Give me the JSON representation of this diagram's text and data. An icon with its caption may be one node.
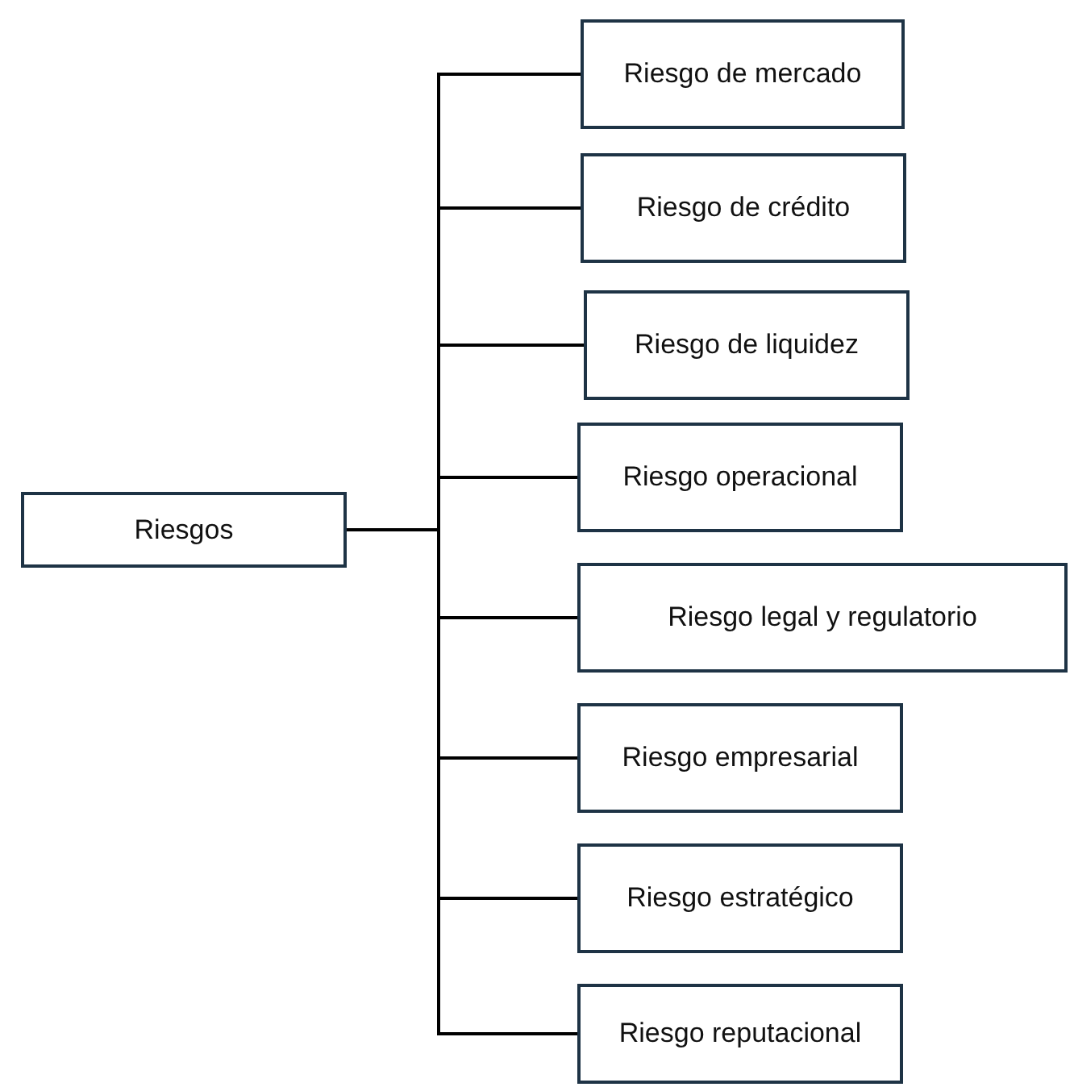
{
  "diagram": {
    "nodes": [
      {
        "text": [
          "Riesgos"
        ]
      },
      {
        "text": [
          "Riesgo de mercado"
        ]
      },
      {
        "text": [
          "Riesgo de crédito"
        ]
      },
      {
        "text": [
          "Riesgo de liquidez"
        ]
      },
      {
        "text": [
          "Riesgo operacional"
        ]
      },
      {
        "text": [
          "Riesgo legal y regulatorio"
        ]
      },
      {
        "text": [
          "Riesgo empresarial"
        ]
      },
      {
        "text": [
          "Riesgo estratégico"
        ]
      },
      {
        "text": [
          "Riesgo reputacional"
        ]
      }
    ],
    "edges": [
      {
        "from": 0,
        "to": 1,
        "arrow": "none"
      },
      {
        "from": 0,
        "to": 2,
        "arrow": "none"
      },
      {
        "from": 0,
        "to": 3,
        "arrow": "none"
      },
      {
        "from": 0,
        "to": 4,
        "arrow": "none"
      },
      {
        "from": 0,
        "to": 5,
        "arrow": "none"
      },
      {
        "from": 0,
        "to": 6,
        "arrow": "none"
      },
      {
        "from": 0,
        "to": 7,
        "arrow": "none"
      },
      {
        "from": 0,
        "to": 8,
        "arrow": "none"
      }
    ]
  }
}
